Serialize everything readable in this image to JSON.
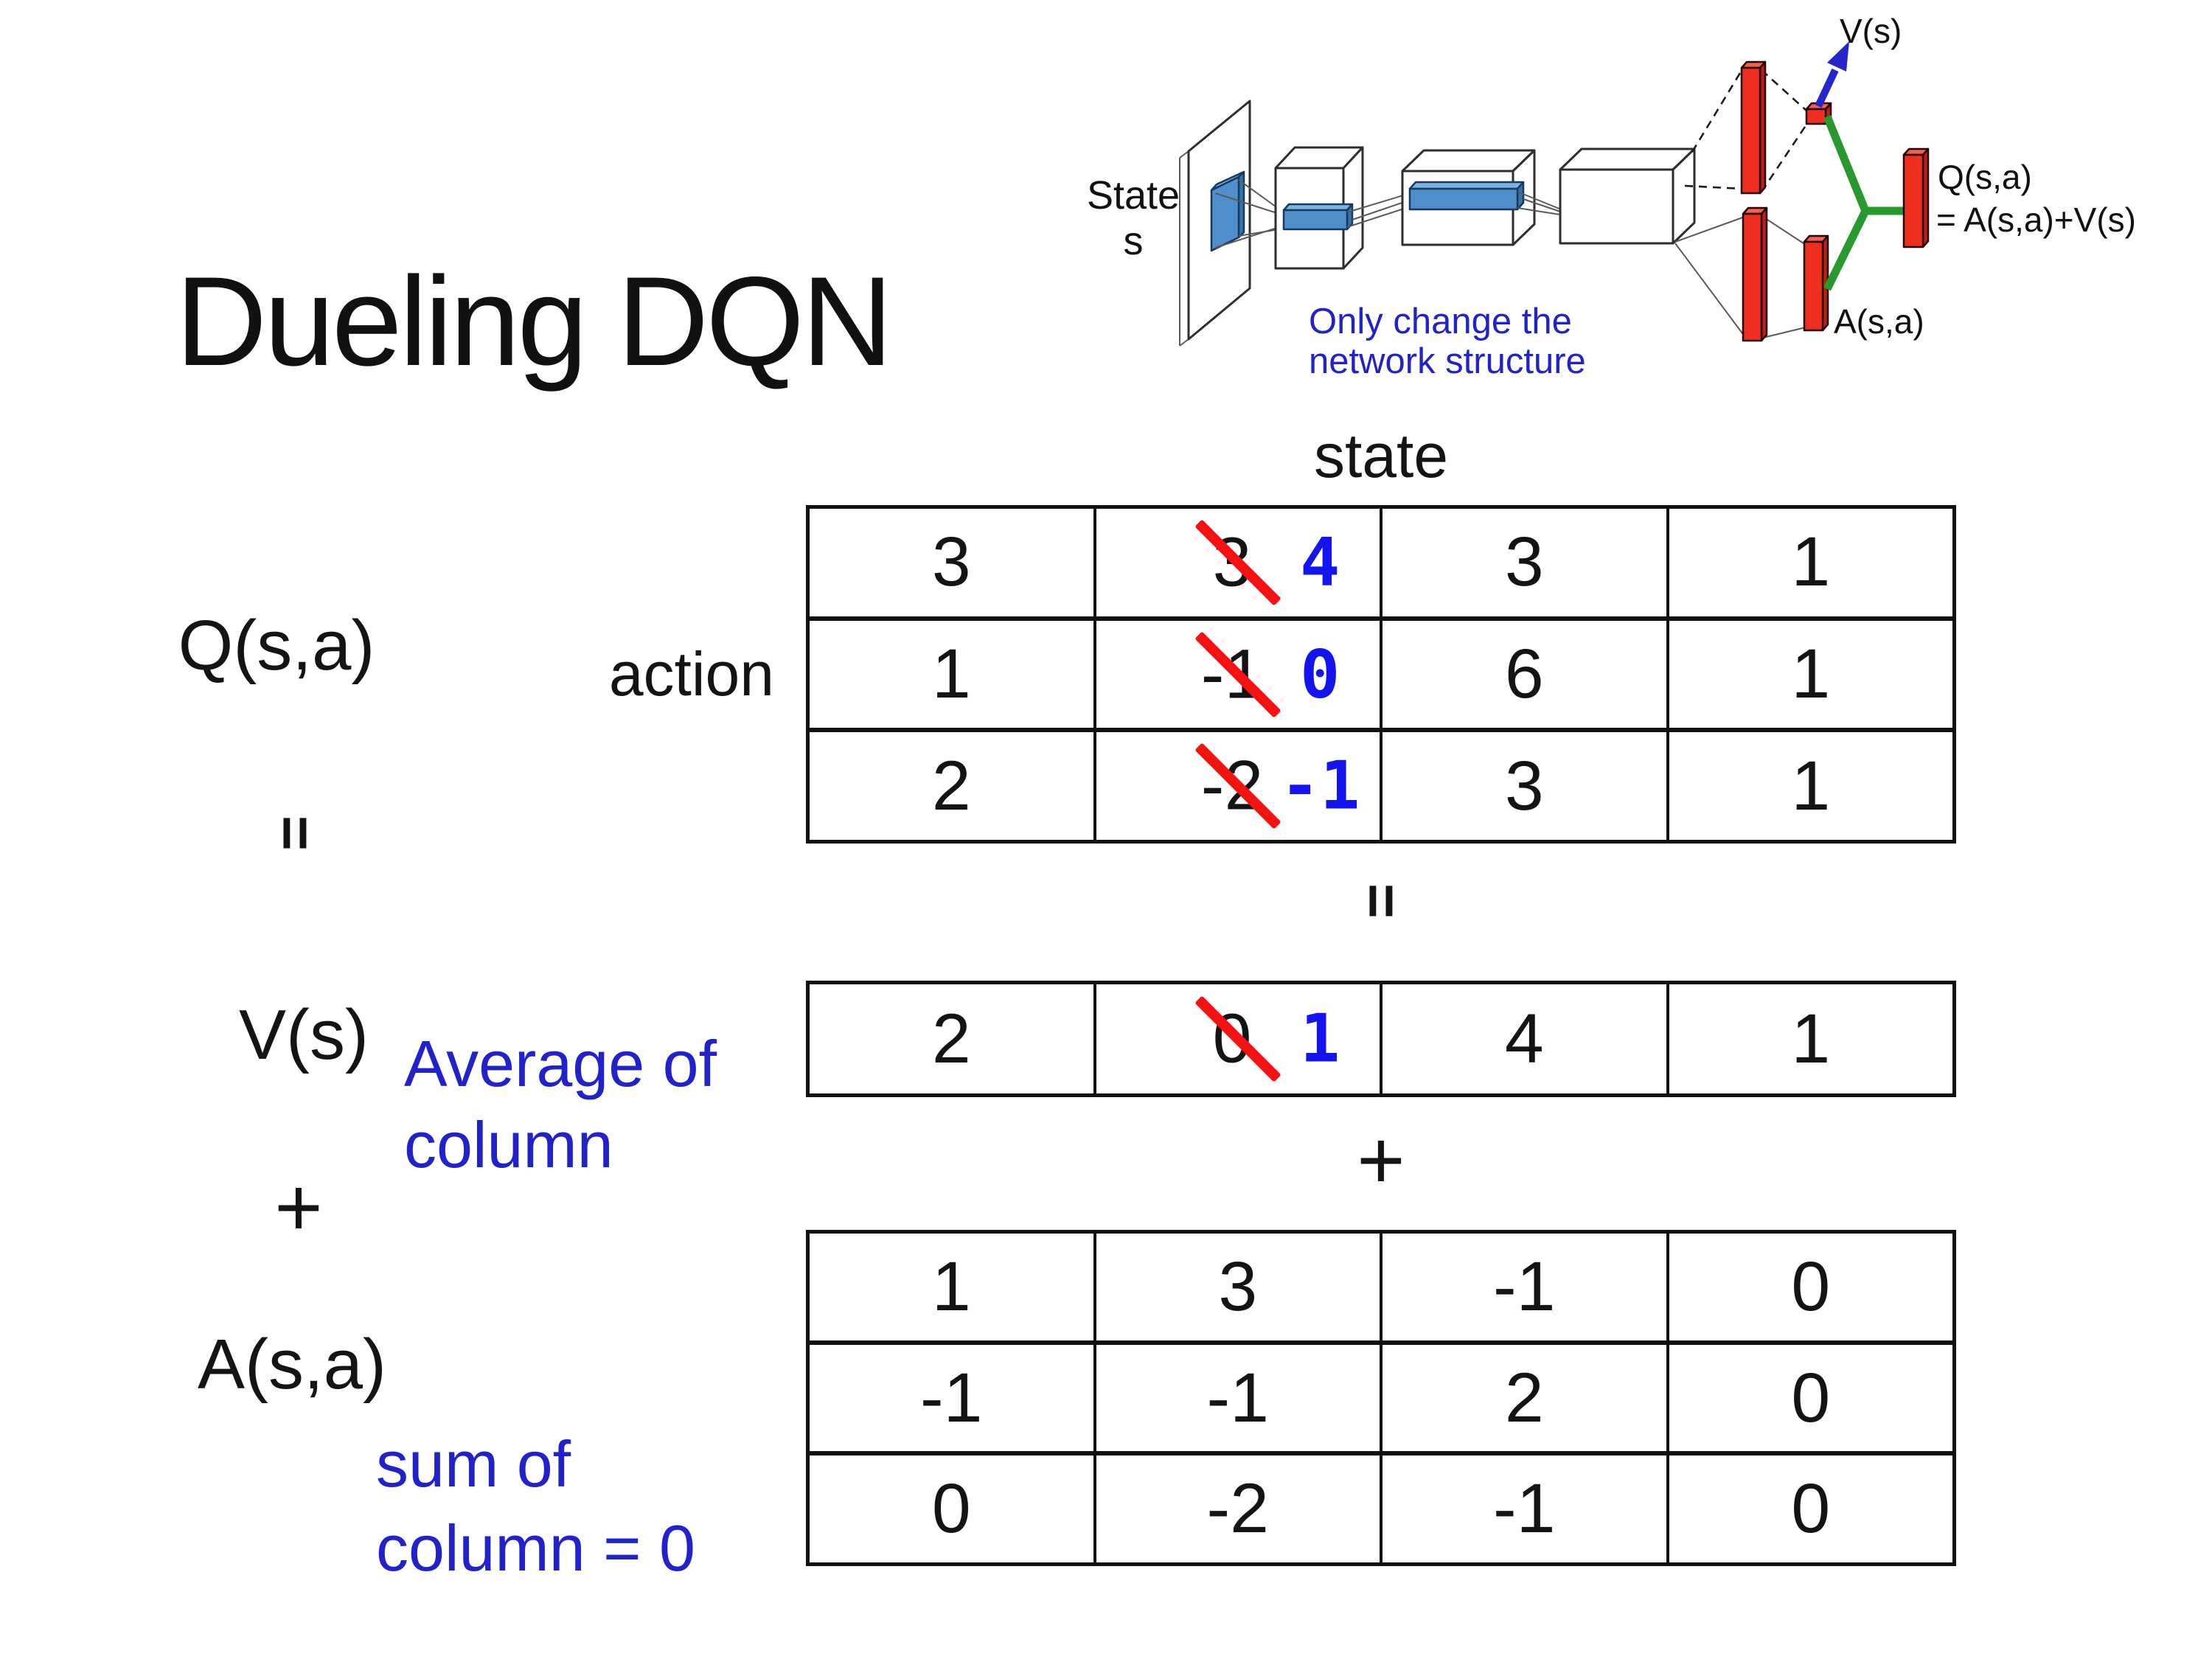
{
  "title": "Dueling DQN",
  "diagram": {
    "state_line1": "State",
    "state_line2": "s",
    "note_line1": "Only change the",
    "note_line2": "network structure",
    "v_out_label": "V(s)",
    "q_out_line1": "Q(s,a)",
    "q_out_line2": "= A(s,a)+V(s)",
    "a_out_label": "A(s,a)",
    "colors": {
      "bar_red": "#ee2f1f",
      "feature_blue": "#4f8fcc",
      "merge_green": "#28992c",
      "arrow_blue": "#2626cc",
      "note_blue": "#2222cc"
    }
  },
  "matrix_labels": {
    "state": "state",
    "action": "action"
  },
  "equation": {
    "q": "Q(s,a)",
    "equals_left": "=",
    "v": "V(s)",
    "plus_left": "+",
    "a": "A(s,a)",
    "equals_mid": "=",
    "plus_mid": "+"
  },
  "notes": {
    "avg_line1": "Average of",
    "avg_line2": "column",
    "sum_line1": "sum of",
    "sum_line2": "column = 0",
    "correction_blue": "#1414f0",
    "strike_red": "#f51212"
  },
  "q_table": {
    "rows": [
      [
        {
          "v": "3"
        },
        {
          "old": "3",
          "new": "4"
        },
        {
          "v": "3"
        },
        {
          "v": "1"
        }
      ],
      [
        {
          "v": "1"
        },
        {
          "old": "-1",
          "new": "0"
        },
        {
          "v": "6"
        },
        {
          "v": "1"
        }
      ],
      [
        {
          "v": "2"
        },
        {
          "old": "-2",
          "new": "-1"
        },
        {
          "v": "3"
        },
        {
          "v": "1"
        }
      ]
    ]
  },
  "v_table": {
    "rows": [
      [
        {
          "v": "2"
        },
        {
          "old": "0",
          "new": "1"
        },
        {
          "v": "4"
        },
        {
          "v": "1"
        }
      ]
    ]
  },
  "a_table": {
    "rows": [
      [
        {
          "v": "1"
        },
        {
          "v": "3"
        },
        {
          "v": "-1"
        },
        {
          "v": "0"
        }
      ],
      [
        {
          "v": "-1"
        },
        {
          "v": "-1"
        },
        {
          "v": "2"
        },
        {
          "v": "0"
        }
      ],
      [
        {
          "v": "0"
        },
        {
          "v": "-2"
        },
        {
          "v": "-1"
        },
        {
          "v": "0"
        }
      ]
    ]
  }
}
